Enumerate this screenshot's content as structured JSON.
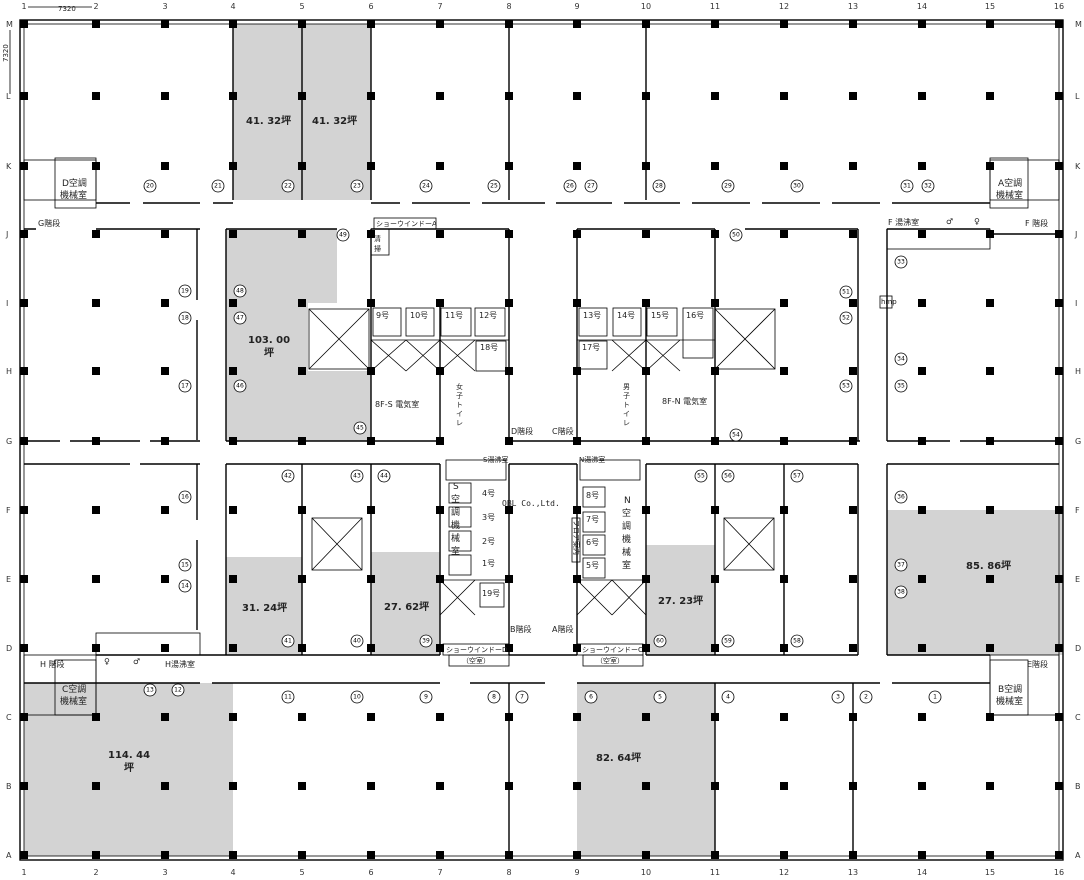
{
  "dimension": {
    "horizontal": "7320",
    "vertical": "7320"
  },
  "columns": [
    "1",
    "2",
    "3",
    "4",
    "5",
    "6",
    "7",
    "8",
    "9",
    "10",
    "11",
    "12",
    "13",
    "14",
    "15",
    "16"
  ],
  "rows": [
    "M",
    "L",
    "K",
    "J",
    "I",
    "H",
    "G",
    "F",
    "E",
    "D",
    "C",
    "B",
    "A"
  ],
  "areas": {
    "a1": "41. 32坪",
    "a2": "41. 32坪",
    "a3": "103. 00",
    "a3b": "坪",
    "a4": "31. 24坪",
    "a5": "27. 62坪",
    "a6": "27. 23坪",
    "a7": "85. 86坪",
    "a8": "114. 44",
    "a8b": "坪",
    "a9": "82. 64坪"
  },
  "units": [
    "1",
    "2",
    "3",
    "4",
    "5",
    "6",
    "7",
    "8",
    "9",
    "10",
    "11",
    "12",
    "13",
    "14",
    "15",
    "16",
    "17",
    "18",
    "19",
    "20",
    "21",
    "22",
    "23",
    "24",
    "25",
    "26",
    "27",
    "28",
    "29",
    "30",
    "31",
    "32",
    "33",
    "34",
    "35",
    "36",
    "37",
    "38",
    "39",
    "40",
    "41",
    "42",
    "43",
    "44",
    "45",
    "46",
    "47",
    "48",
    "49",
    "50",
    "51",
    "52",
    "53",
    "54",
    "55",
    "56",
    "57",
    "58",
    "59",
    "60"
  ],
  "rooms": {
    "d_ac": [
      "D空調",
      "機械室"
    ],
    "g_stairs": "G階段",
    "a_ac": [
      "A空調",
      "機械室"
    ],
    "f_stairs": "F 階段",
    "f_kitchen": "F 湯沸室",
    "male": "♂",
    "female": "♀",
    "c_ac": [
      "C空調",
      "機械室"
    ],
    "h_stairs": "H 階段",
    "h_kitchen": "H湯沸室",
    "b_ac": [
      "B空調",
      "機械室"
    ],
    "e_stairs": "E階段",
    "showwindow_a": "ショーウインドーA",
    "cleaning": [
      "清",
      "掃"
    ],
    "elev_upper": [
      "9号",
      "10号",
      "11号",
      "12号",
      "18号",
      "13号",
      "14号",
      "15号",
      "16号",
      "17号"
    ],
    "elec_s": "8F-S 電気室",
    "elec_n": "8F-N 電気室",
    "ladies": [
      "女",
      "子",
      "ト",
      "イ",
      "レ"
    ],
    "mens": [
      "男",
      "子",
      "ト",
      "イ",
      "レ"
    ],
    "d_stairs": "D階段",
    "c_stairs": "C階段",
    "s_kitchen": "S湯沸室",
    "n_kitchen": "N湯沸室",
    "s_ac": [
      "S",
      "空",
      "調",
      "機",
      "械",
      "室"
    ],
    "n_ac": [
      "N",
      "空",
      "調",
      "機",
      "械",
      "室"
    ],
    "elev_lower_s": [
      "4号",
      "3号",
      "2号",
      "1号",
      "19号"
    ],
    "elev_lower_n": [
      "8号",
      "7号",
      "6号",
      "5号"
    ],
    "floor_guide": "フロア案内",
    "company": "OBL Co.,Ltd.",
    "b_stairs": "B階段",
    "a_stairs": "A階段",
    "showwindow_d": "ショーウインドーD",
    "showwindow_c": "ショーウインドーC",
    "vacant_d": "（空室）",
    "vacant_c": "（空室）",
    "hmp": "hmp"
  }
}
